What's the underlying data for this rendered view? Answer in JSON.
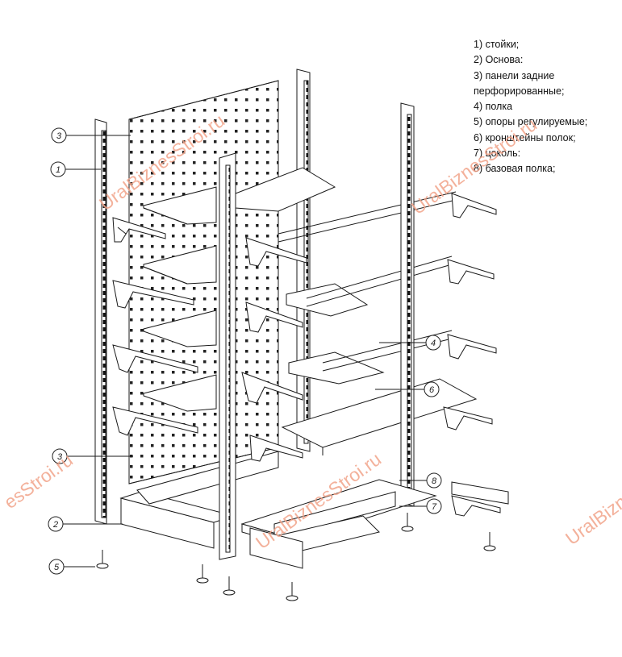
{
  "legend": {
    "items": [
      "1) стойки;",
      "2) Основа:",
      "3) панели задние",
      "перфорированные;",
      "4) полка",
      "5) опоры регулируемые;",
      "6) кронштейны полок;",
      "7) цоколь:",
      "8) базовая полка;"
    ]
  },
  "callouts": [
    "1",
    "2",
    "3",
    "3",
    "4",
    "5",
    "6",
    "7",
    "8"
  ],
  "watermarks": [
    "UralBiznesStroi.ru",
    "UralBiznesStroi.ru",
    "esStroi.ru",
    "UralBizne"
  ],
  "colors": {
    "line": "#1a1a1a",
    "watermark": "#f2a48a"
  }
}
